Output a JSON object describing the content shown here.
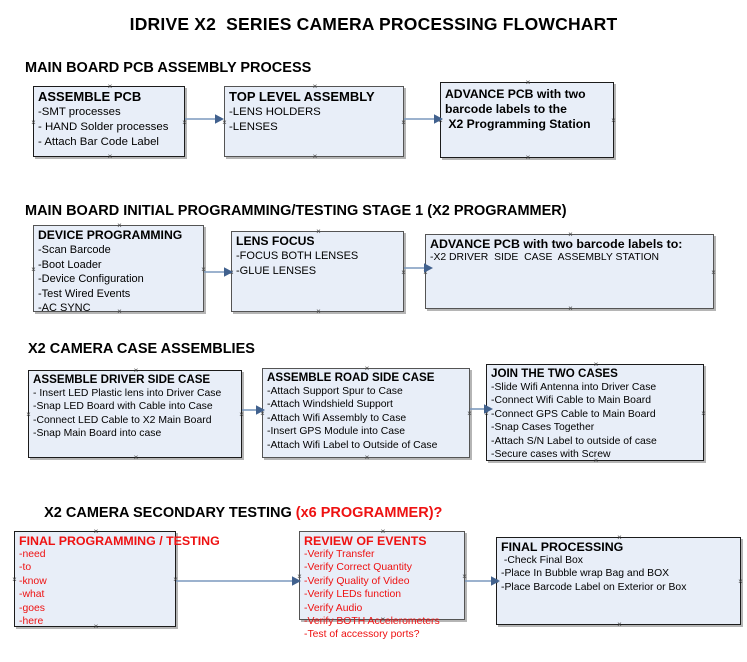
{
  "document": {
    "title": "IDRIVE X2  SERIES CAMERA PROCESSING FLOWCHART"
  },
  "sections": [
    {
      "id": "main-board-pcb-assembly",
      "heading": "MAIN BOARD PCB ASSEMBLY PROCESS",
      "heading_suffix": "",
      "nodes": [
        {
          "id": "assemble-pcb",
          "title": "ASSEMBLE PCB",
          "items": [
            "-SMT processes",
            "- HAND Solder processes",
            "- Attach Bar Code Label"
          ]
        },
        {
          "id": "top-level-assembly",
          "title": "TOP LEVEL ASSEMBLY",
          "items": [
            "-LENS HOLDERS",
            "-LENSES"
          ]
        },
        {
          "id": "advance-pcb-programming-station",
          "title": "ADVANCE PCB with two",
          "items": [
            "barcode labels to the",
            " X2 Programming Station"
          ]
        }
      ]
    },
    {
      "id": "main-board-initial-programming",
      "heading": "MAIN BOARD INITIAL PROGRAMMING/TESTING STAGE 1 (X2 PROGRAMMER)",
      "heading_suffix": "",
      "nodes": [
        {
          "id": "device-programming",
          "title": "DEVICE PROGRAMMING",
          "items": [
            "-Scan Barcode",
            "-Boot Loader",
            "-Device Configuration",
            "-Test Wired Events",
            "-AC SYNC"
          ]
        },
        {
          "id": "lens-focus",
          "title": "LENS FOCUS",
          "items": [
            "-FOCUS BOTH LENSES",
            "-GLUE LENSES"
          ]
        },
        {
          "id": "advance-pcb-driver-side-case",
          "title": "ADVANCE PCB with two barcode labels to:",
          "items": [
            "-X2 DRIVER  SIDE  CASE  ASSEMBLY STATION"
          ]
        }
      ]
    },
    {
      "id": "x2-camera-case-assemblies",
      "heading": "X2 CAMERA CASE ASSEMBLIES",
      "heading_suffix": "",
      "nodes": [
        {
          "id": "assemble-driver-side-case",
          "title": "ASSEMBLE DRIVER SIDE CASE",
          "items": [
            "- Insert LED Plastic lens into Driver Case",
            "-Snap LED Board with Cable into Case",
            "-Connect LED Cable to X2 Main Board",
            "-Snap Main Board into case"
          ]
        },
        {
          "id": "assemble-road-side-case",
          "title": "ASSEMBLE ROAD SIDE CASE",
          "items": [
            "-Attach Support Spur to Case",
            "-Attach Windshield Support",
            "-Attach Wifi Assembly to Case",
            "-Insert GPS Module into Case",
            "-Attach Wifi Label to Outside of Case"
          ]
        },
        {
          "id": "join-the-two-cases",
          "title": "JOIN THE TWO CASES",
          "items": [
            "-Slide Wifi Antenna into Driver Case",
            "-Connect Wifi Cable to Main Board",
            "-Connect GPS Cable to Main Board",
            "-Snap Cases Together",
            "-Attach S/N Label to outside of case",
            "-Secure cases with Screw"
          ]
        }
      ]
    },
    {
      "id": "x2-camera-secondary-testing",
      "heading": "X2 CAMERA SECONDARY TESTING ",
      "heading_suffix": "(x6 PROGRAMMER)?",
      "nodes": [
        {
          "id": "final-programming-testing",
          "title": "FINAL PROGRAMMING / TESTING",
          "items": [
            "-need",
            "-to",
            "-know",
            "-what",
            "-goes",
            "-here"
          ]
        },
        {
          "id": "review-of-events",
          "title": "REVIEW OF EVENTS",
          "items": [
            "-Verify Transfer",
            "-Verify Correct Quantity",
            "-Verify Quality of Video",
            "-Verify LEDs function",
            "-Verify Audio",
            "-Verify BOTH Accelerometers",
            "-Test of accessory ports?"
          ]
        },
        {
          "id": "final-processing",
          "title": "FINAL PROCESSING",
          "items": [
            " -Check Final Box",
            "-Place In Bubble wrap Bag and BOX",
            "-Place Barcode Label on Exterior or Box"
          ]
        }
      ]
    }
  ],
  "colors": {
    "box_fill": "#e8eef8",
    "box_border": "#1b1b1b",
    "accent_red": "#ee1111",
    "connector": "#7c99bd",
    "arrowhead": "#41618e",
    "text": "#000000"
  }
}
